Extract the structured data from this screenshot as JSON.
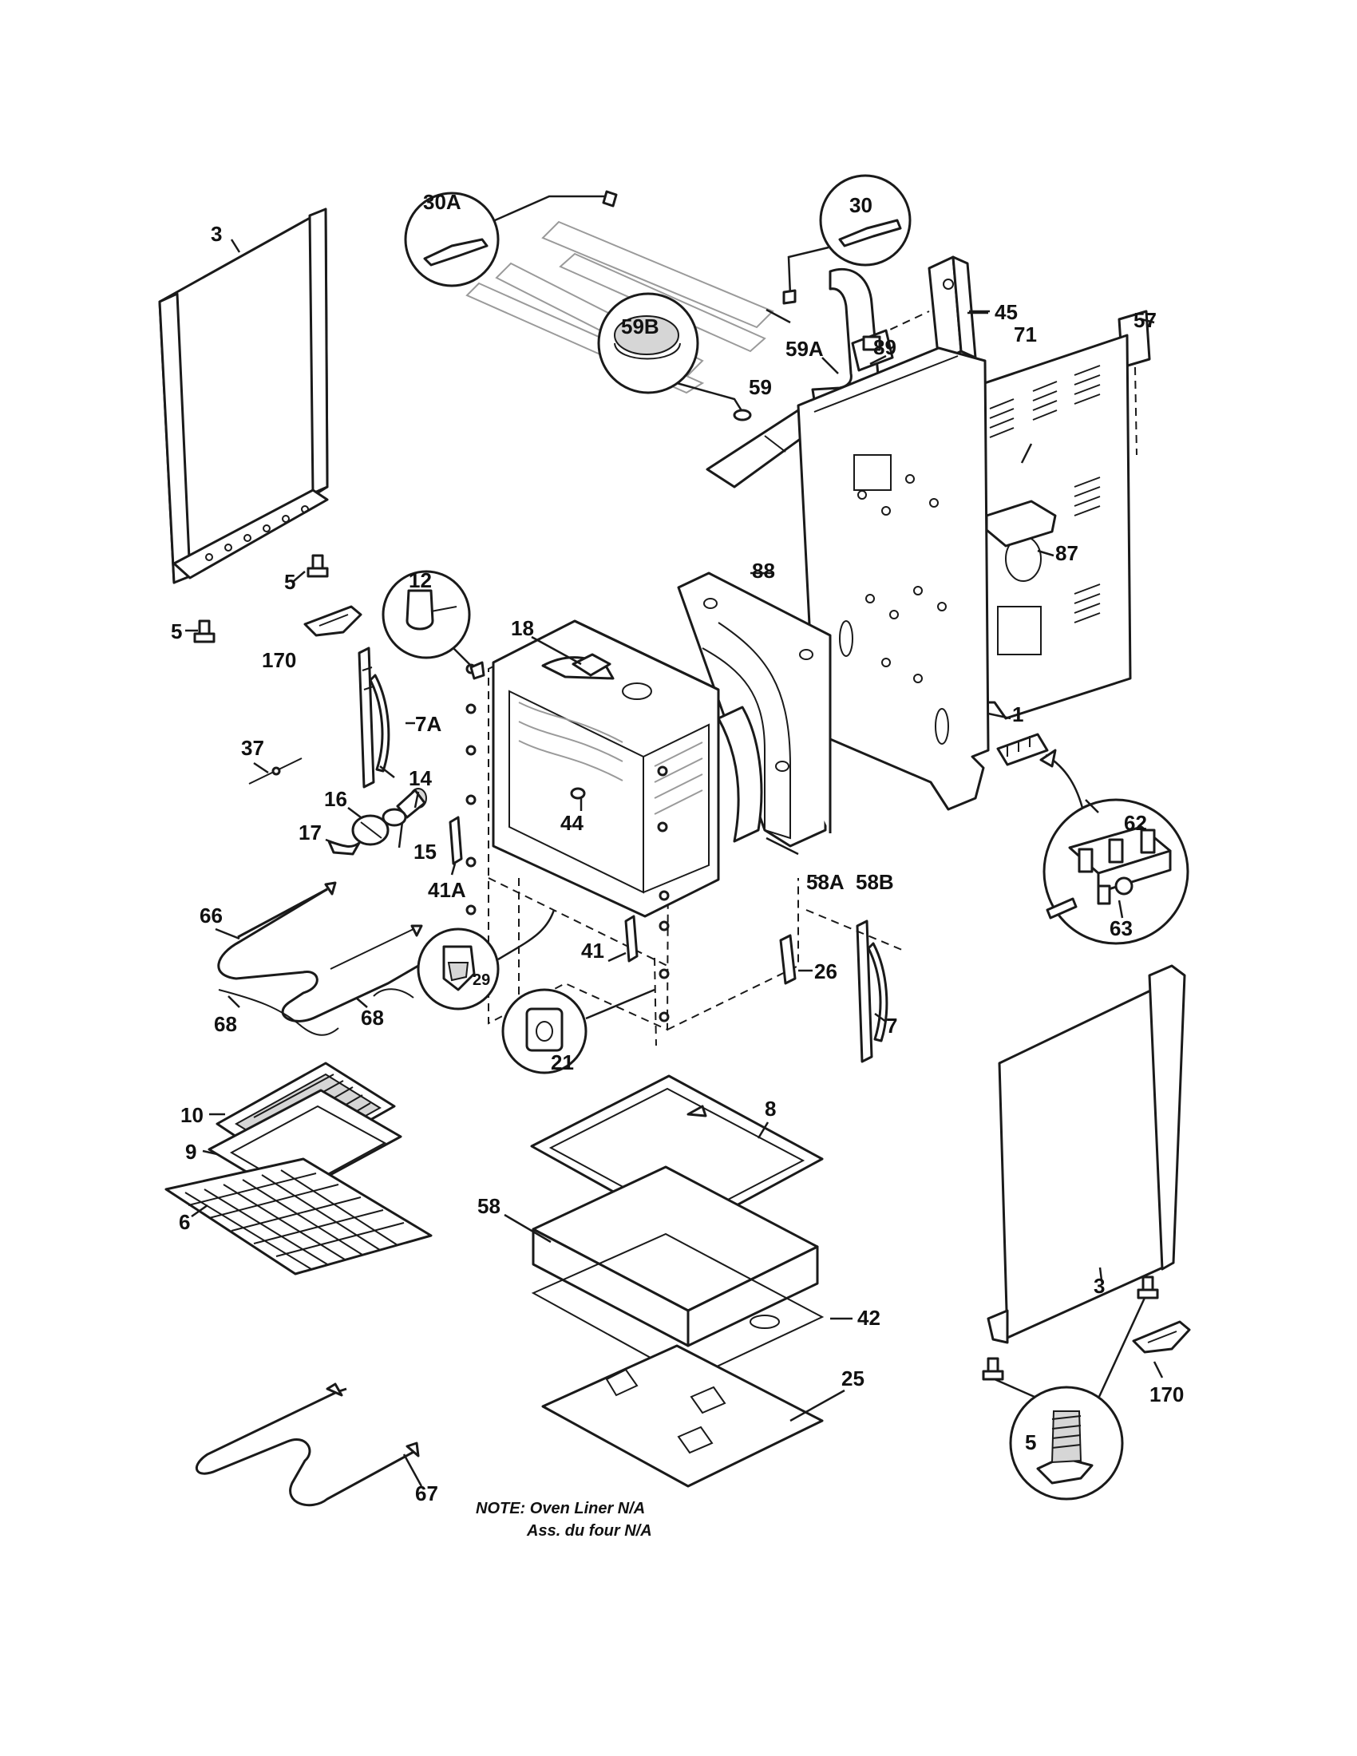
{
  "labels": {
    "p3_left": "3",
    "p3_right": "3",
    "p5_a": "5",
    "p5_b": "5",
    "p5_c": "5",
    "p30A": "30A",
    "p30": "30",
    "p45": "45",
    "p59A": "59A",
    "p59": "59",
    "p59B": "59B",
    "p57": "57",
    "p71": "71",
    "p89": "89",
    "p87": "87",
    "p88": "88",
    "p12": "12",
    "p18": "18",
    "p170_left": "170",
    "p170_right": "170",
    "p7A": "7A",
    "p37": "37",
    "p14": "14",
    "p16": "16",
    "p17": "17",
    "p15": "15",
    "p44": "44",
    "p41A": "41A",
    "p1": "1",
    "p58A": "58A",
    "p58B": "58B",
    "p62": "62",
    "p63": "63",
    "p66": "66",
    "p68_a": "68",
    "p68_b": "68",
    "p29": "29",
    "p41": "41",
    "p26": "26",
    "p7": "7",
    "p21": "21",
    "p10": "10",
    "p9": "9",
    "p6": "6",
    "p8": "8",
    "p58": "58",
    "p42": "42",
    "p25": "25",
    "p67": "67"
  },
  "note": {
    "line1": "NOTE: Oven Liner N/A",
    "line2": "Ass. du four N/A"
  }
}
